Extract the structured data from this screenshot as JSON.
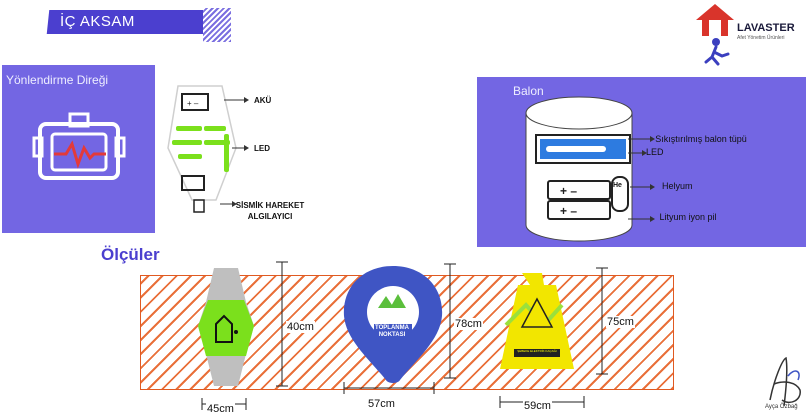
{
  "header": {
    "title": "İÇ AKSAM"
  },
  "logo": {
    "name": "LAVASTER",
    "subtitle": "Afet Yönetim Ürünleri"
  },
  "pole_panel": {
    "title": "Yönlendirme Direği",
    "labels": {
      "battery": "AKÜ",
      "led": "LED",
      "sensor": "SİSMİK HAREKET ALGILAYICI"
    }
  },
  "balloon_panel": {
    "title": "Balon",
    "labels": {
      "tube": "Sıkıştırılmış balon tüpü",
      "led": "LED",
      "helium": "Helyum",
      "helium_tag": "He",
      "battery": "Lityum iyon pil"
    }
  },
  "dimensions": {
    "title": "Ölçüler",
    "items": [
      {
        "width": "45cm",
        "height": "40cm"
      },
      {
        "width": "57cm",
        "height": "78cm",
        "badge_line1": "TOPLANMA",
        "badge_line2": "NOKTASI"
      },
      {
        "width": "59cm",
        "height": "75cm",
        "sign": "ŞEBEKE ELEKTRİK KAÇAĞI"
      }
    ]
  },
  "signature": {
    "name": "Ayça Özbağ"
  },
  "colors": {
    "accent": "#4b3fcf",
    "panel": "#7366e3",
    "hatch": "#e9703a",
    "logo_red": "#d9342b",
    "green": "#7be01c",
    "blue": "#3f55c4"
  }
}
